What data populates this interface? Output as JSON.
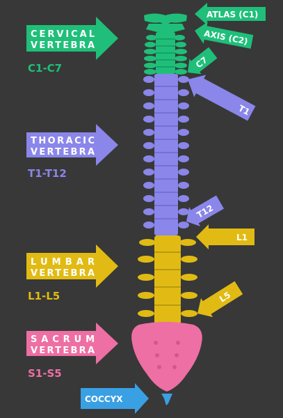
{
  "colors": {
    "background": "#383838",
    "cervical": "#1fbf7a",
    "thoracic": "#8a86ea",
    "lumbar": "#e1bb13",
    "sacrum": "#ee6fa3",
    "coccyx": "#3aa0e4",
    "label_text": "#ffffff"
  },
  "regions": {
    "cervical": {
      "title_line1": "CERVICAL",
      "title_line2": "VERTEBRA",
      "range": "C1-C7"
    },
    "thoracic": {
      "title_line1": "THORACIC",
      "title_line2": "VERTEBRA",
      "range": "T1-T12"
    },
    "lumbar": {
      "title_line1": "LUMBAR",
      "title_line2": "VERTEBRA",
      "range": "L1-L5"
    },
    "sacrum": {
      "title_line1": "SACRUM",
      "title_line2": "VERTEBRA",
      "range": "S1-S5"
    },
    "coccyx": {
      "title": "COCCYX"
    }
  },
  "pointers": {
    "atlas": "ATLAS (C1)",
    "axis": "AXIS (C2)",
    "c7": "C7",
    "t1": "T1",
    "t12": "T12",
    "l1": "L1",
    "l5": "L5"
  }
}
